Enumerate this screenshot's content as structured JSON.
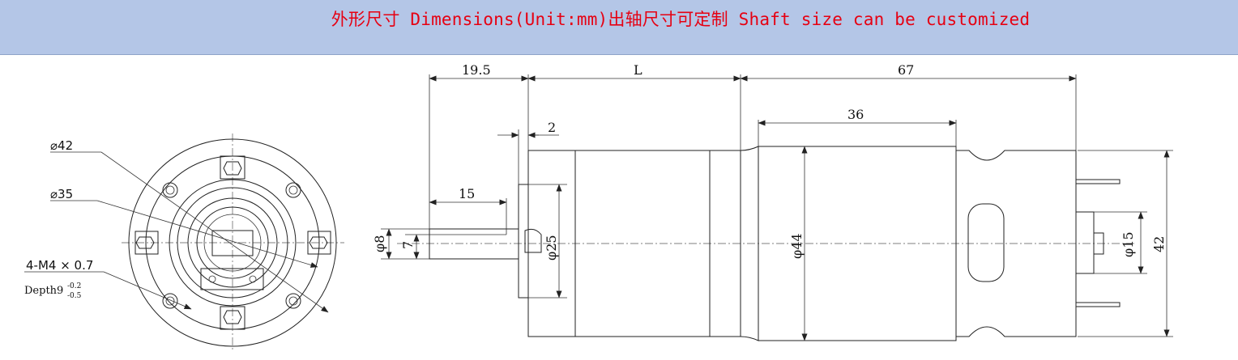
{
  "banner": {
    "title": "外形尺寸 Dimensions(Unit:mm)出轴尺寸可定制 Shaft size can be customized",
    "background": "#b4c6e7",
    "text_color": "#e60012"
  },
  "front_view": {
    "dia_outer_label": "⌀42",
    "dia_inner_label": "⌀35",
    "thread_label": "4-M4 × 0.7",
    "depth_label": "Depth9",
    "depth_tol_upper": "-0.2",
    "depth_tol_lower": "-0.5"
  },
  "side_view": {
    "dim_19_5": "19.5",
    "dim_L": "L",
    "dim_67": "67",
    "dim_2": "2",
    "dim_36": "36",
    "dim_15": "15",
    "dim_phi8": "φ8",
    "dim_7": "7",
    "dim_phi25": "φ25",
    "dim_phi44": "φ44",
    "dim_phi15": "φ15",
    "dim_42": "42"
  }
}
